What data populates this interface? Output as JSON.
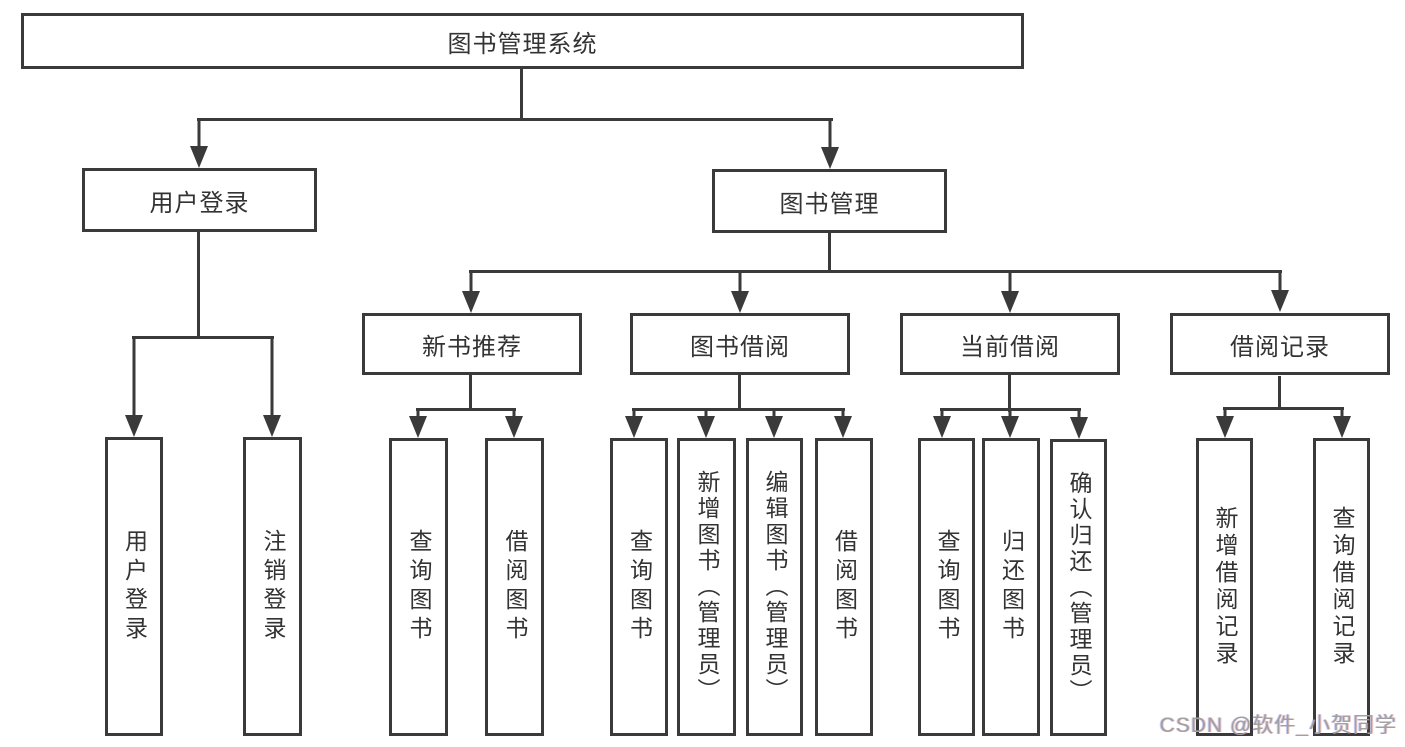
{
  "tree": {
    "label": "图书管理系统",
    "children": [
      {
        "label": "用户登录",
        "children": [
          {
            "label": "用户登录"
          },
          {
            "label": "注销登录"
          }
        ]
      },
      {
        "label": "图书管理",
        "children": [
          {
            "label": "新书推荐",
            "children": [
              {
                "label": "查询图书"
              },
              {
                "label": "借阅图书"
              }
            ]
          },
          {
            "label": "图书借阅",
            "children": [
              {
                "label": "查询图书"
              },
              {
                "label": "新增图书（管理员）"
              },
              {
                "label": "编辑图书（管理员）"
              },
              {
                "label": "借阅图书"
              }
            ]
          },
          {
            "label": "当前借阅",
            "children": [
              {
                "label": "查询图书"
              },
              {
                "label": "归还图书"
              },
              {
                "label": "确认归还（管理员）"
              }
            ]
          },
          {
            "label": "借阅记录",
            "children": [
              {
                "label": "新增借阅记录"
              },
              {
                "label": "查询借阅记录"
              }
            ]
          }
        ]
      }
    ]
  },
  "watermark": "CSDN @软件_小贺同学",
  "colors": {
    "line": "#3a3a3a",
    "text": "#333333",
    "background": "#ffffff",
    "watermark": "#a0a0a0"
  }
}
